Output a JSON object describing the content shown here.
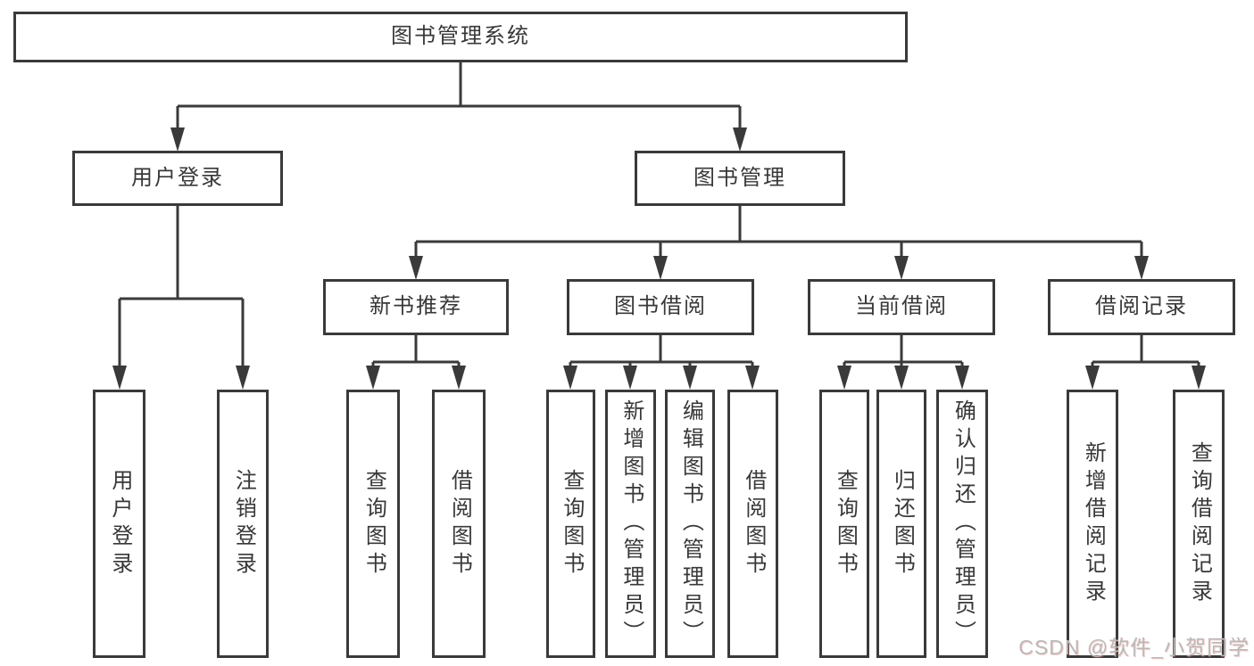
{
  "tree": {
    "label": "图书管理系统",
    "children": [
      {
        "label": "用户登录",
        "children": [
          {
            "label": "用户登录"
          },
          {
            "label": "注销登录"
          }
        ]
      },
      {
        "label": "图书管理",
        "children": [
          {
            "label": "新书推荐",
            "children": [
              {
                "label": "查询图书"
              },
              {
                "label": "借阅图书"
              }
            ]
          },
          {
            "label": "图书借阅",
            "children": [
              {
                "label": "查询图书"
              },
              {
                "label": "新增图书（管理员）"
              },
              {
                "label": "编辑图书（管理员）"
              },
              {
                "label": "借阅图书"
              }
            ]
          },
          {
            "label": "当前借阅",
            "children": [
              {
                "label": "查询图书"
              },
              {
                "label": "归还图书"
              },
              {
                "label": "确认归还（管理员）"
              }
            ]
          },
          {
            "label": "借阅记录",
            "children": [
              {
                "label": "新增借阅记录"
              },
              {
                "label": "查询借阅记录"
              }
            ]
          }
        ]
      }
    ]
  },
  "watermark": {
    "text": "CSDN @软件_小贺同学"
  },
  "colors": {
    "line": "#3a3a3a",
    "box_border": "#3a3a3a",
    "box_fill": "#ffffff",
    "text": "#383838",
    "watermark": "#b9b9b9"
  }
}
